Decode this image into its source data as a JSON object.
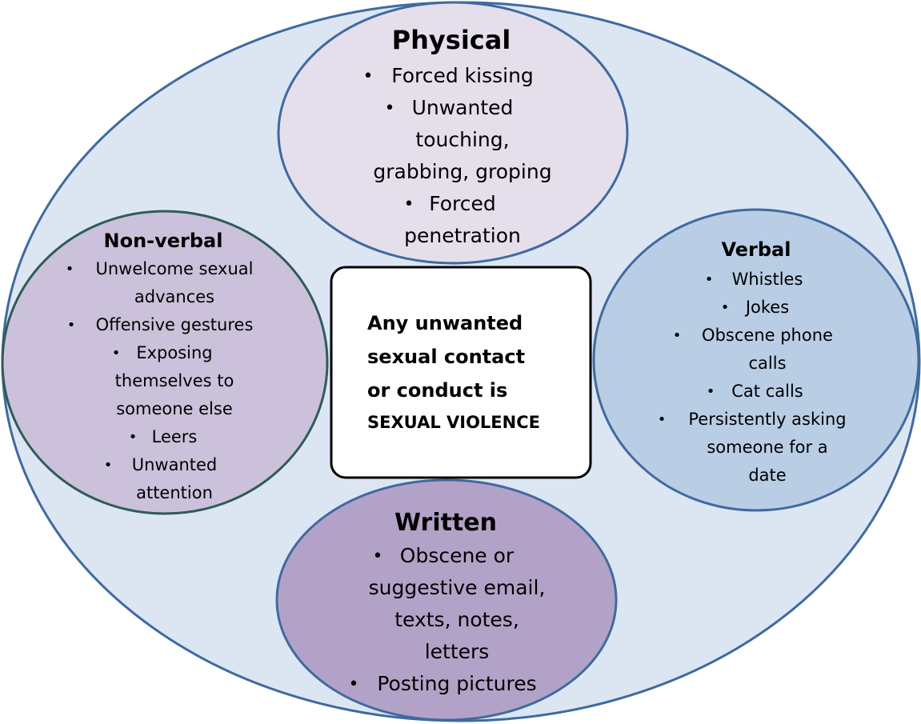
{
  "colors": {
    "outer_fill": "#dce6f2",
    "outer_stroke": "#3f6aa0",
    "physical_fill": "#e5dfec",
    "physical_stroke": "#3f6aa0",
    "nonverbal_fill": "#ccc1da",
    "nonverbal_stroke": "#2e5c5a",
    "verbal_fill": "#b9cde5",
    "verbal_stroke": "#3f6aa0",
    "written_fill": "#b3a2c7",
    "written_stroke": "#3f6aa0",
    "center_fill": "#ffffff",
    "center_stroke": "#000000"
  },
  "center": {
    "line1": "Any unwanted",
    "line2": "sexual contact",
    "line3": "or conduct is",
    "line4": "SEXUAL VIOLENCE"
  },
  "physical": {
    "title": "Physical",
    "bullet": "•",
    "lines": [
      "Forced kissing",
      "Unwanted",
      "touching,",
      "grabbing, groping",
      "Forced",
      "penetration"
    ]
  },
  "nonverbal": {
    "title": "Non-verbal",
    "bullet": "•",
    "lines": [
      "Unwelcome sexual",
      "advances",
      "Offensive gestures",
      "Exposing",
      "themselves to",
      "someone else",
      "Leers",
      "Unwanted",
      "attention"
    ]
  },
  "verbal": {
    "title": "Verbal",
    "bullet": "•",
    "lines": [
      "Whistles",
      "Jokes",
      "Obscene phone",
      "calls",
      "Cat calls",
      "Persistently asking",
      "someone for a",
      "date"
    ]
  },
  "written": {
    "title": "Written",
    "bullet": "•",
    "lines": [
      "Obscene or",
      "suggestive email,",
      "texts, notes,",
      "letters",
      "Posting pictures"
    ]
  }
}
